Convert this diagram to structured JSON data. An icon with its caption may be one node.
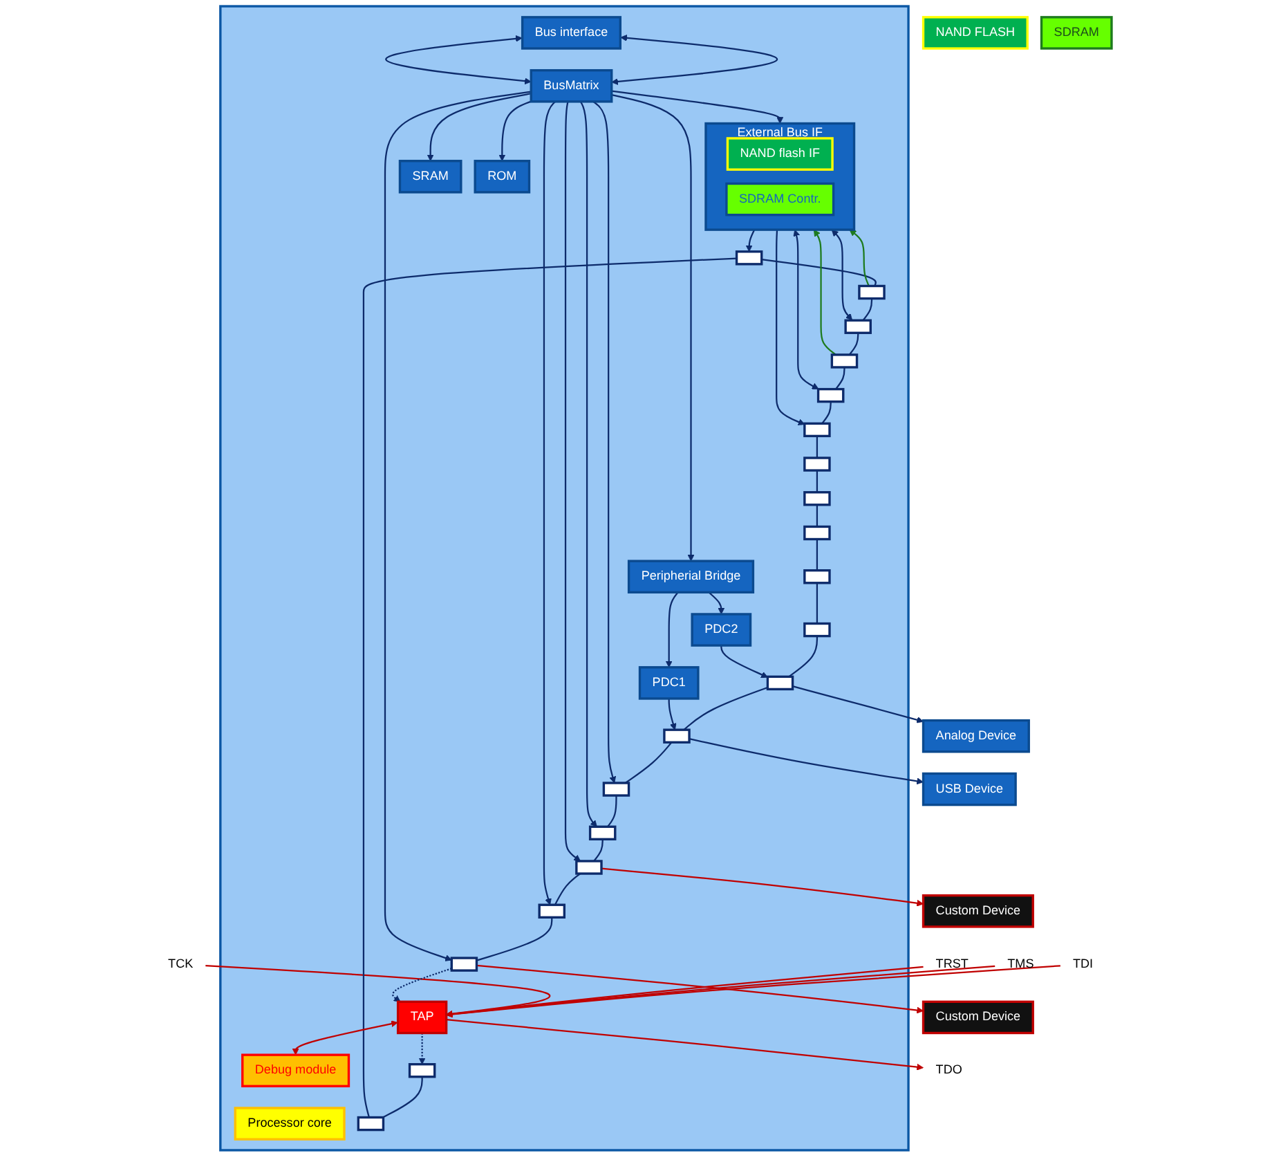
{
  "diagram": {
    "nodes": [
      {
        "text": [],
        "shape": "box"
      },
      {
        "text": [
          "NAND FLASH"
        ]
      },
      {
        "text": [
          "SDRAM"
        ]
      },
      {
        "text": [
          "TDI"
        ]
      },
      {
        "text": [
          "TMS"
        ]
      },
      {
        "text": [
          "TRST"
        ]
      },
      {
        "text": [
          "TCK"
        ]
      },
      {
        "text": [
          "TDO"
        ]
      },
      {
        "text": [
          "TAP"
        ],
        "in": 0
      },
      {
        "text": [
          "Debug module"
        ],
        "in": 0
      },
      {
        "text": [
          "Processor core"
        ],
        "in": 0
      },
      {
        "text": [
          "Bus interface"
        ],
        "in": 0
      },
      {
        "text": [
          "BusMatrix"
        ],
        "in": 0
      },
      {
        "text": [
          "External Bus IF"
        ],
        "in": 0
      },
      {
        "text": [
          "NAND flash IF"
        ],
        "in": 13
      },
      {
        "text": [
          "SDRAM Contr."
        ],
        "in": 13
      },
      {
        "text": [
          "Peripherial Bridge"
        ],
        "in": 0
      },
      {
        "text": [
          "SRAM"
        ],
        "in": 0
      },
      {
        "text": [
          "ROM"
        ],
        "in": 0
      },
      {
        "text": [
          "PDC1"
        ],
        "in": 0
      },
      {
        "text": [
          "PDC2"
        ],
        "in": 0
      },
      {
        "text": [],
        "shape": "box",
        "in": 0
      },
      {
        "text": [],
        "shape": "box",
        "in": 0
      },
      {
        "text": [],
        "shape": "box",
        "in": 0
      },
      {
        "text": [],
        "shape": "box",
        "in": 0
      },
      {
        "text": [],
        "shape": "box",
        "in": 0
      },
      {
        "text": [],
        "shape": "box",
        "in": 0
      },
      {
        "text": [],
        "shape": "box",
        "in": 0
      },
      {
        "text": [],
        "shape": "box",
        "in": 0
      },
      {
        "text": [],
        "shape": "box",
        "in": 0
      },
      {
        "text": [],
        "shape": "box",
        "in": 0
      },
      {
        "text": [],
        "shape": "box",
        "in": 0
      },
      {
        "text": [],
        "shape": "box",
        "in": 0
      },
      {
        "text": [],
        "shape": "box",
        "in": 0
      },
      {
        "text": [],
        "shape": "box",
        "in": 0
      },
      {
        "text": [],
        "shape": "box",
        "in": 0
      },
      {
        "text": [],
        "shape": "box",
        "in": 0
      },
      {
        "text": [],
        "shape": "box",
        "in": 0
      },
      {
        "text": [],
        "shape": "box",
        "in": 0
      },
      {
        "text": [],
        "shape": "box",
        "in": 0
      },
      {
        "text": [],
        "shape": "box",
        "in": 0
      },
      {
        "text": [
          "Custom Device"
        ]
      },
      {
        "text": [
          "Custom Device"
        ]
      },
      {
        "text": [
          "USB Device"
        ]
      },
      {
        "text": [
          "Analog Device"
        ]
      }
    ],
    "edges": [
      {
        "from": 3,
        "to": 8,
        "arrow": "to",
        "color": "#c00000"
      },
      {
        "from": 4,
        "to": 8,
        "arrow": "to",
        "color": "#c00000"
      },
      {
        "from": 5,
        "to": 8,
        "arrow": "to",
        "color": "#c00000"
      },
      {
        "from": 6,
        "to": 8,
        "arrow": "to",
        "color": "#c00000"
      },
      {
        "from": 8,
        "to": 7,
        "arrow": "to",
        "color": "#c00000"
      },
      {
        "from": 8,
        "to": 21,
        "arrow": "to",
        "style": "dashed"
      },
      {
        "from": 21,
        "to": 22,
        "arrow": "none"
      },
      {
        "from": 22,
        "to": 23,
        "arrow": "none"
      },
      {
        "from": 23,
        "to": 24,
        "arrow": "none"
      },
      {
        "from": 24,
        "to": 25,
        "arrow": "none"
      },
      {
        "from": 25,
        "to": 26,
        "arrow": "none"
      },
      {
        "from": 26,
        "to": 27,
        "arrow": "none"
      },
      {
        "from": 27,
        "to": 28,
        "arrow": "none"
      },
      {
        "from": 28,
        "to": 29,
        "arrow": "none"
      },
      {
        "from": 29,
        "to": 30,
        "arrow": "none"
      },
      {
        "from": 30,
        "to": 31,
        "arrow": "none"
      },
      {
        "from": 31,
        "to": 32,
        "arrow": "none"
      },
      {
        "from": 32,
        "to": 40,
        "arrow": "none"
      },
      {
        "from": 40,
        "to": 39,
        "arrow": "none"
      },
      {
        "from": 39,
        "to": 38,
        "arrow": "none"
      },
      {
        "from": 38,
        "to": 37,
        "arrow": "none"
      },
      {
        "from": 37,
        "to": 36,
        "arrow": "none"
      },
      {
        "from": 36,
        "to": 35,
        "arrow": "none"
      },
      {
        "from": 35,
        "to": 34,
        "arrow": "none"
      },
      {
        "from": 34,
        "to": 33,
        "arrow": "none"
      },
      {
        "from": 33,
        "to": 8,
        "arrow": "to",
        "style": "dashed"
      },
      {
        "from": 8,
        "to": 9,
        "arrow": "both",
        "color": "#c00000"
      },
      {
        "from": 11,
        "to": 12,
        "arrow": "both"
      },
      {
        "from": 11,
        "to": 12,
        "arrow": "both"
      },
      {
        "from": 12,
        "to": 13,
        "arrow": "to"
      },
      {
        "from": 12,
        "to": 16,
        "arrow": "to"
      },
      {
        "from": 12,
        "to": 17,
        "arrow": "to"
      },
      {
        "from": 12,
        "to": 18,
        "arrow": "to"
      },
      {
        "from": 13,
        "to": 23,
        "arrow": "to"
      },
      {
        "from": 24,
        "to": 13,
        "arrow": "to",
        "color": "#1e7b1e"
      },
      {
        "from": 25,
        "to": 13,
        "arrow": "both"
      },
      {
        "from": 26,
        "to": 13,
        "arrow": "to",
        "color": "#1e7b1e"
      },
      {
        "from": 27,
        "to": 13,
        "arrow": "both"
      },
      {
        "from": 13,
        "to": 28,
        "arrow": "to"
      },
      {
        "from": 16,
        "to": 19,
        "arrow": "to"
      },
      {
        "from": 16,
        "to": 20,
        "arrow": "to"
      },
      {
        "from": 19,
        "to": 38,
        "arrow": "to"
      },
      {
        "from": 20,
        "to": 39,
        "arrow": "to"
      },
      {
        "from": 12,
        "to": 33,
        "arrow": "to"
      },
      {
        "from": 12,
        "to": 34,
        "arrow": "to"
      },
      {
        "from": 12,
        "to": 35,
        "arrow": "to"
      },
      {
        "from": 12,
        "to": 36,
        "arrow": "to"
      },
      {
        "from": 12,
        "to": 37,
        "arrow": "to"
      },
      {
        "from": 33,
        "to": 41,
        "arrow": "to",
        "color": "#c00000"
      },
      {
        "from": 35,
        "to": 42,
        "arrow": "to",
        "color": "#c00000"
      },
      {
        "from": 38,
        "to": 43,
        "arrow": "to"
      },
      {
        "from": 39,
        "to": 44,
        "arrow": "to"
      }
    ]
  }
}
